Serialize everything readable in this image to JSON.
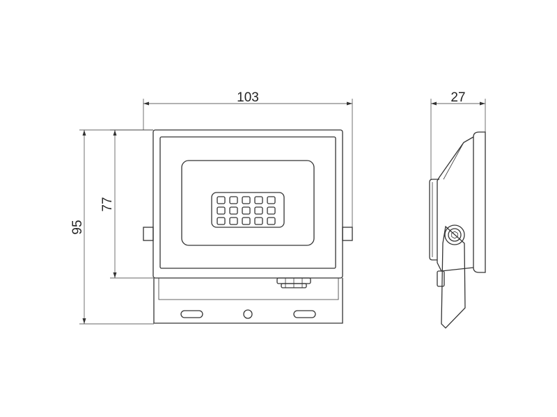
{
  "dimensions": {
    "width": "103",
    "depth": "27",
    "total_height": "95",
    "body_height": "77"
  },
  "led_grid": {
    "rows": 3,
    "cols": 5
  },
  "colors": {
    "line": "#333333",
    "background": "#ffffff"
  }
}
